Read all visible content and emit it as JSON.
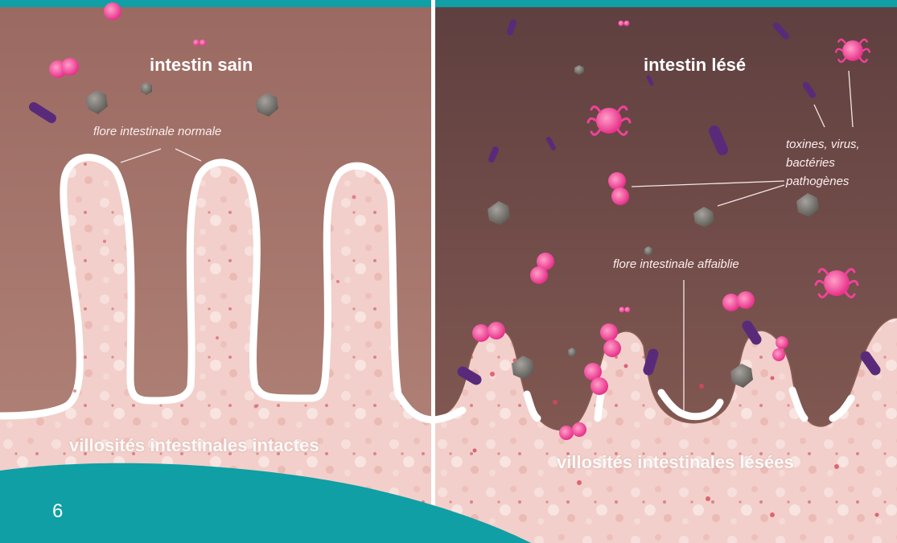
{
  "left": {
    "title": "intestin sain",
    "flora_label": "flore intestinale normale",
    "villi_label": "villosités intestinales intactes"
  },
  "right": {
    "title": "intestin lésé",
    "pathogens_label": [
      "toxines, virus,",
      "bactéries",
      "pathogènes"
    ],
    "flora_label": "flore intestinale affaiblie",
    "villi_label": "villosités intestinales lésées"
  },
  "page_number": "6",
  "colors": {
    "teal": "#0f9fa4",
    "lumen_healthy": "#a87467",
    "lumen_damaged": "#6b4844",
    "tissue": "#f2cfca",
    "bacteria_pink": "#f2419a",
    "bacteria_purple": "#5a2a7a",
    "particle_grey": "#7d7a77"
  },
  "icons": [
    "pink-bacterium-icon",
    "purple-bacillus-icon",
    "grey-particle-icon",
    "spiky-virus-icon"
  ]
}
